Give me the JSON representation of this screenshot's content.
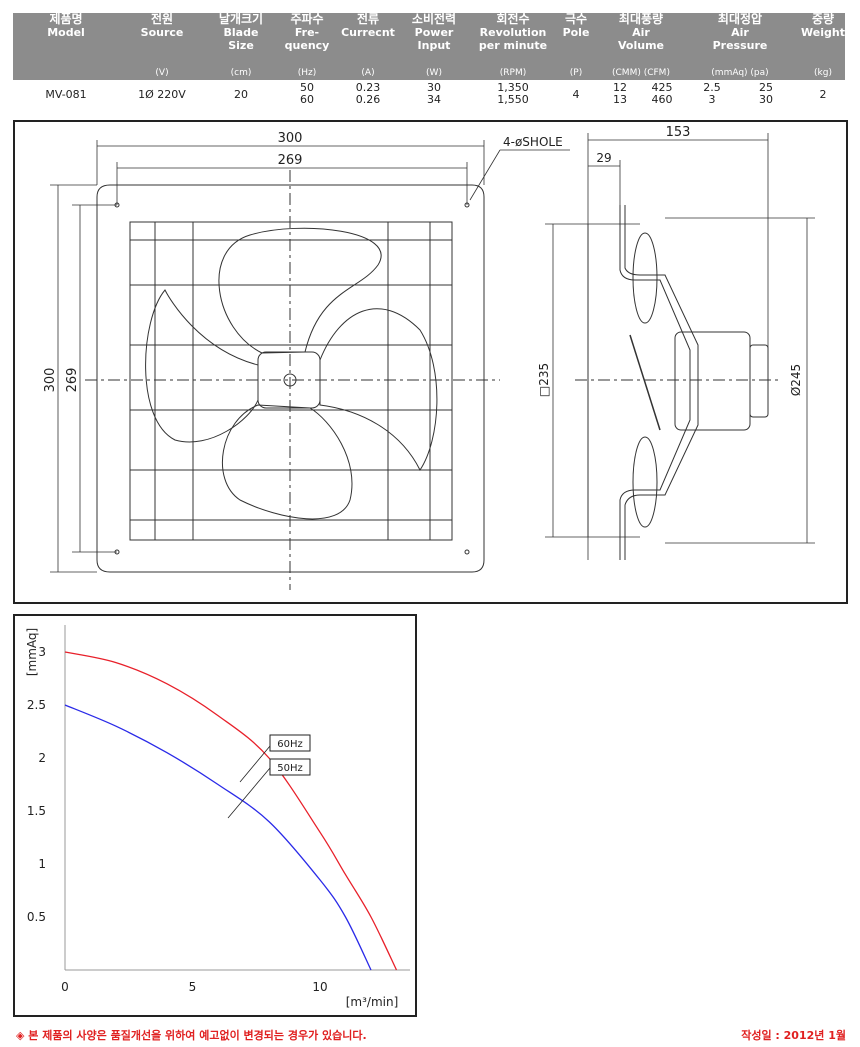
{
  "spec_table": {
    "columns": [
      {
        "ko": "제품명",
        "en": [
          "Model"
        ],
        "unit": ""
      },
      {
        "ko": "전원",
        "en": [
          "Source"
        ],
        "unit": "(V)"
      },
      {
        "ko": "날개크기",
        "en": [
          "Blade",
          "Size"
        ],
        "unit": "(cm)"
      },
      {
        "ko": "주파수",
        "en": [
          "Fre-",
          "quency"
        ],
        "unit": "(Hz)"
      },
      {
        "ko": "전류",
        "en": [
          "Currecnt"
        ],
        "unit": "(A)"
      },
      {
        "ko": "소비전력",
        "en": [
          "Power",
          "Input"
        ],
        "unit": "(W)"
      },
      {
        "ko": "회전수",
        "en": [
          "Revolution",
          "per minute"
        ],
        "unit": "(RPM)"
      },
      {
        "ko": "극수",
        "en": [
          "Pole"
        ],
        "unit": "(P)"
      },
      {
        "ko": "최대풍량",
        "en": [
          "Air",
          "Volume"
        ],
        "unit": "(CMM)   (CFM)"
      },
      {
        "ko": "최대정압",
        "en": [
          "Air",
          "Pressure"
        ],
        "unit": "(mmAq)    (pa)"
      },
      {
        "ko": "중량",
        "en": [
          "Weight"
        ],
        "unit": "(kg)"
      }
    ],
    "row": {
      "model": "MV-081",
      "source": "1Ø 220V",
      "blade": "20",
      "frequency": [
        "50",
        "60"
      ],
      "current": [
        "0.23",
        "0.26"
      ],
      "power": [
        "30",
        "34"
      ],
      "rpm": [
        "1,350",
        "1,550"
      ],
      "pole": "4",
      "cmm": [
        "12",
        "13"
      ],
      "cfm": [
        "425",
        "460"
      ],
      "mmaq": [
        "2.5",
        "3"
      ],
      "pa": [
        "25",
        "30"
      ],
      "weight": "2"
    }
  },
  "drawing": {
    "front": {
      "width_outer": "300",
      "width_inner": "269",
      "height_outer": "300",
      "height_inner": "269",
      "hole_note": "4-øSHOLE"
    },
    "side": {
      "depth": "153",
      "flange": "29",
      "square": "□235",
      "diameter": "Ø245"
    }
  },
  "chart_data": {
    "type": "line",
    "xlabel": "[m³/min]",
    "ylabel": "[mmAq]",
    "xlim": [
      0,
      13.5
    ],
    "ylim": [
      0,
      3.3
    ],
    "x_ticks": [
      "0",
      "5",
      "10"
    ],
    "x_tick_values": [
      0,
      5,
      10
    ],
    "y_ticks": [
      "0.5",
      "1",
      "1.5",
      "2",
      "2.5",
      "3"
    ],
    "y_tick_values": [
      0.5,
      1,
      1.5,
      2,
      2.5,
      3
    ],
    "series": [
      {
        "name": "60Hz",
        "color": "#e8202a",
        "x": [
          0,
          2,
          4,
          6,
          8,
          10,
          11,
          12,
          13
        ],
        "y": [
          3,
          2.9,
          2.7,
          2.4,
          2.0,
          1.3,
          0.9,
          0.5,
          0
        ]
      },
      {
        "name": "50Hz",
        "color": "#2a2ae8",
        "x": [
          0,
          2,
          4,
          6,
          8,
          10,
          11,
          12
        ],
        "y": [
          2.5,
          2.3,
          2.05,
          1.75,
          1.4,
          0.85,
          0.5,
          0
        ]
      }
    ]
  },
  "footer": {
    "notice": "◈ 본 제품의 사양은 품질개선을 위하여 예고없이 변경되는 경우가 있습니다.",
    "date": "작성일 : 2012년 1월"
  }
}
